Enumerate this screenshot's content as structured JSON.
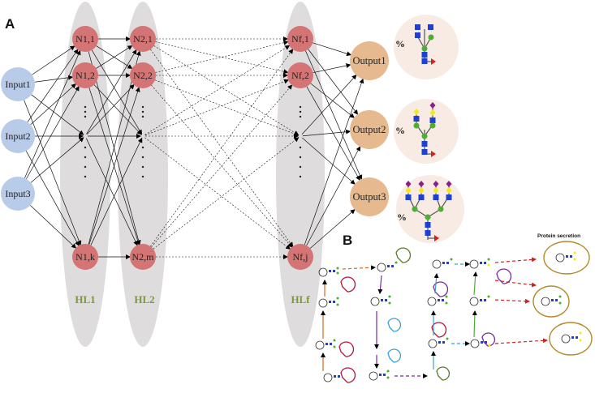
{
  "panels": {
    "a": "A",
    "b": "B"
  },
  "inputs": [
    "Input1",
    "Input2",
    "Input3"
  ],
  "layer_labels": [
    "HL1",
    "HL2",
    "HLf"
  ],
  "hl1_nodes": [
    "N1,1",
    "N1,2",
    "N1,k"
  ],
  "hl2_nodes": [
    "N2,1",
    "N2,2",
    "N2,m"
  ],
  "hlf_nodes": [
    "Nf,1",
    "Nf,2",
    "Nf,j"
  ],
  "outputs": [
    "Output1",
    "Output2",
    "Output3"
  ],
  "percent_symbol": "%",
  "secretion_label": "Protein secretion",
  "colors": {
    "input": "#b8cbe8",
    "hidden": "#d47474",
    "output": "#e6b98f",
    "layer_band": "#dedcdc",
    "glycan_bg": "#f7ebe3",
    "hl_label": "#7a9a3a",
    "glcnac": "#1e3fd6",
    "mannose": "#4caf32",
    "galactose": "#f2ea16",
    "sialic": "#8b1d8f",
    "fucose": "#d81e1e"
  }
}
